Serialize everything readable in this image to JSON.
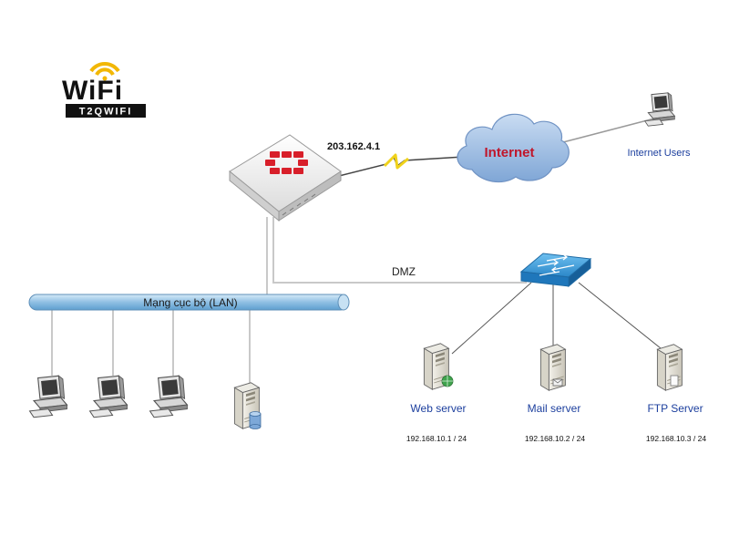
{
  "logo": {
    "word": "WiFi",
    "tagline": "T2QWIFI"
  },
  "firewall": {
    "ip": "203.162.4.1"
  },
  "internet": {
    "label": "Internet"
  },
  "internet_users": {
    "label": "Internet Users"
  },
  "dmz": {
    "label": "DMZ"
  },
  "lan": {
    "label": "Mạng cục bộ (LAN)"
  },
  "servers": [
    {
      "name": "Web server",
      "ip": "192.168.10.1 / 24"
    },
    {
      "name": "Mail server",
      "ip": "192.168.10.2 / 24"
    },
    {
      "name": "FTP Server",
      "ip": "192.168.10.3 / 24"
    }
  ],
  "colors": {
    "internet_text": "#c0162b",
    "firewall_red": "#d81f2a",
    "label_blue": "#1c3f9e",
    "cloud": "#8fb3dc",
    "lan_bar": "#a8cde8",
    "switch": "#2f8fd0",
    "logo_yellow": "#f2b705"
  }
}
